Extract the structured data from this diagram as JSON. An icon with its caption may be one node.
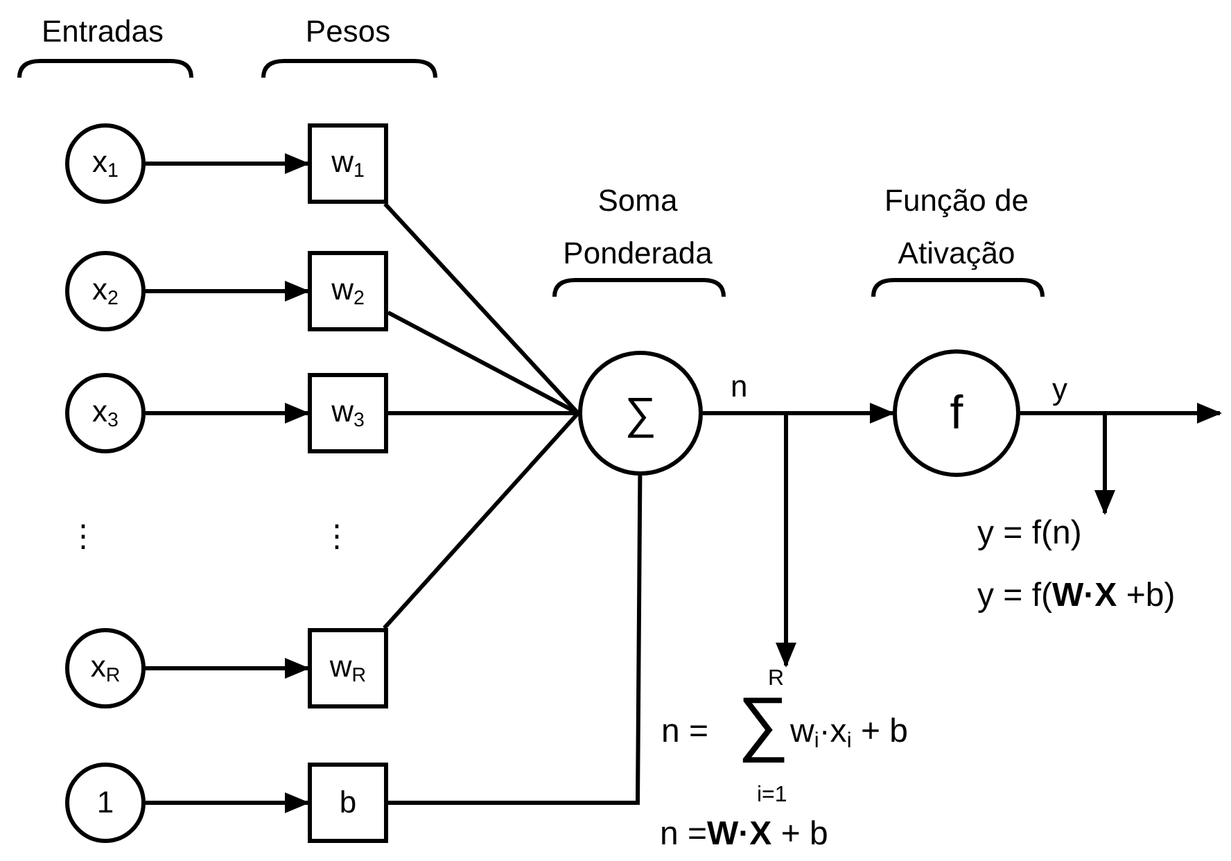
{
  "diagram": {
    "nodes": [
      {
        "text": [
          "x$_{1}$"
        ]
      },
      {
        "text": [
          "x$_{2}$"
        ]
      },
      {
        "text": [
          "x$_{3}$"
        ]
      },
      {
        "text": [
          "x$_{R}$"
        ]
      },
      {
        "text": [
          "1"
        ]
      },
      {
        "text": [
          "w$_{1}$"
        ]
      },
      {
        "text": [
          "w$_{2}$"
        ]
      },
      {
        "text": [
          "w$_{3}$"
        ]
      },
      {
        "text": [
          "w$_{R}$"
        ]
      },
      {
        "text": [
          "b"
        ]
      },
      {
        "text": [
          "∑"
        ]
      },
      {
        "text": [
          "f"
        ]
      },
      {
        "text": [
          "R",
          "n =",
          "∑",
          "w$_{i}$·x$_{i}$ + b",
          "i=1",
          "n =**W·X** + b"
        ]
      },
      {
        "text": [
          "y = f(n)",
          "y = f(**W·X** +b)"
        ]
      }
    ],
    "edges": [
      {
        "from": 0,
        "to": 5,
        "arrow": "to"
      },
      {
        "from": 1,
        "to": 6,
        "arrow": "to"
      },
      {
        "from": 2,
        "to": 7,
        "arrow": "to"
      },
      {
        "from": 3,
        "to": 8,
        "arrow": "to"
      },
      {
        "from": 4,
        "to": 9,
        "arrow": "to"
      },
      {
        "from": 5,
        "to": 10,
        "arrow": "none"
      },
      {
        "from": 6,
        "to": 10,
        "arrow": "none"
      },
      {
        "from": 7,
        "to": 10,
        "arrow": "none"
      },
      {
        "from": 8,
        "to": 10,
        "arrow": "none"
      },
      {
        "from": 9,
        "to": 10,
        "arrow": "none"
      },
      {
        "from": 10,
        "to": 11,
        "arrow": "to",
        "label": "n"
      },
      {
        "from": 10,
        "to": 12,
        "arrow": "to"
      },
      {
        "from": 11,
        "to": null,
        "arrow": "to",
        "label": "y"
      },
      {
        "from": 11,
        "to": 13,
        "arrow": "to"
      }
    ],
    "labels": [
      "Entradas",
      "Pesos",
      "Soma Ponderada",
      "Função de Ativação",
      "⋮",
      "⋮"
    ]
  }
}
